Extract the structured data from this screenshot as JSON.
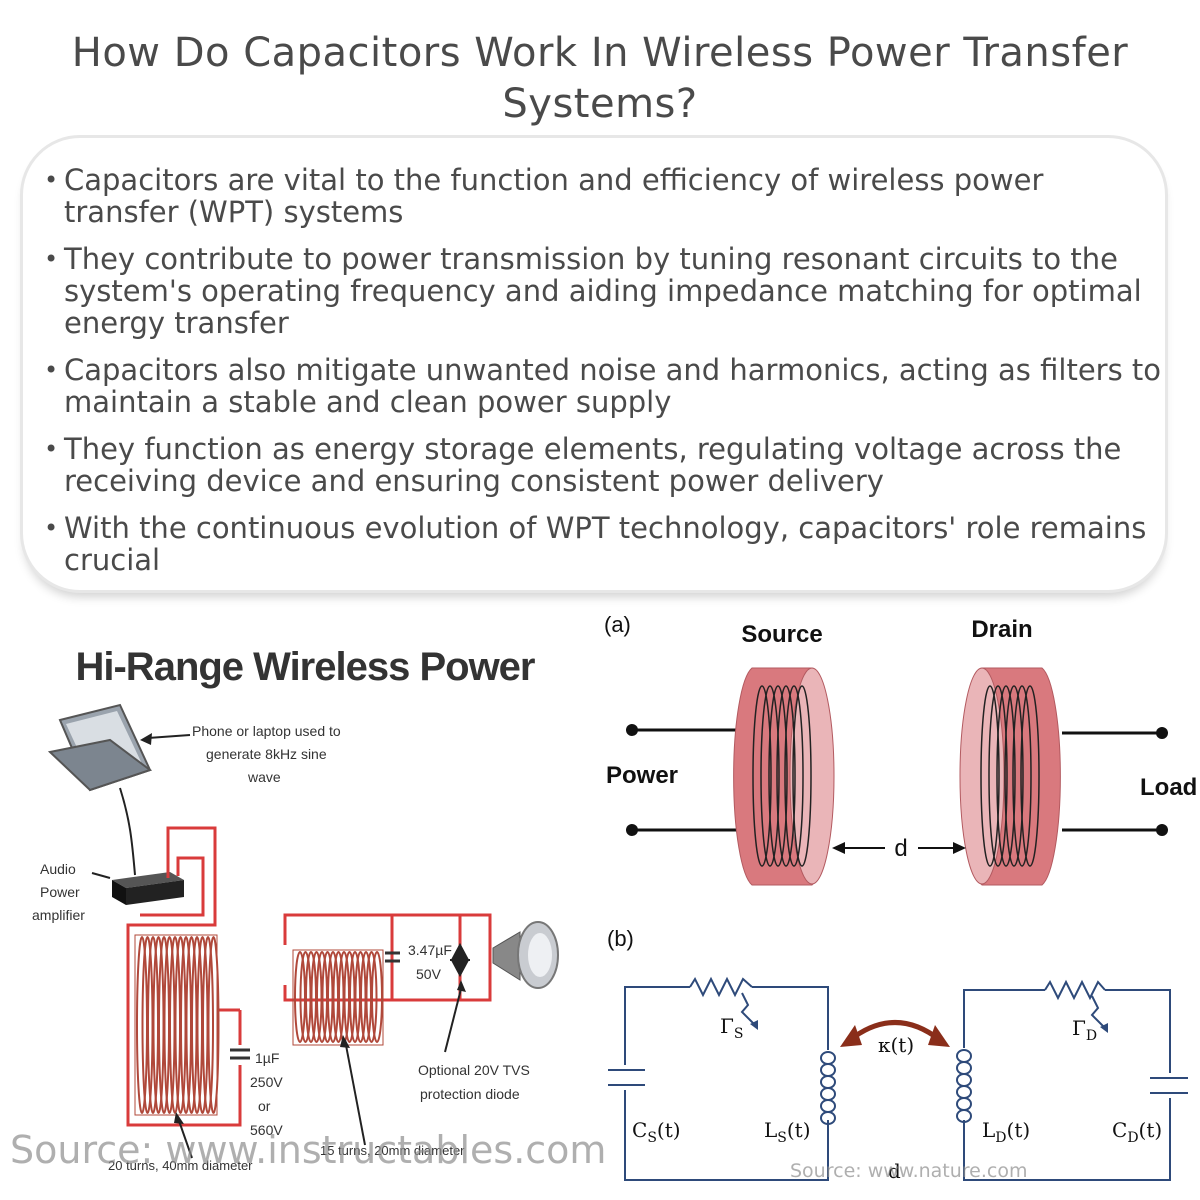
{
  "title": "How Do Capacitors Work In Wireless Power Transfer Systems?",
  "bullets": [
    "Capacitors are vital to the function and efficiency of wireless power transfer (WPT) systems",
    "They contribute to power transmission by tuning resonant circuits to the system's operating frequency and aiding impedance matching for optimal energy transfer",
    "Capacitors also mitigate unwanted noise and harmonics, acting as filters to maintain a stable and clean power supply",
    "They function as energy storage elements, regulating voltage across the receiving device and ensuring consistent power delivery",
    "With the continuous evolution of WPT technology, capacitors' role remains crucial"
  ],
  "left_figure": {
    "heading": "Hi-Range Wireless Power",
    "laptop_label_lines": [
      "Phone or laptop used to",
      "generate 8kHz sine",
      "wave"
    ],
    "amp_label_lines": [
      "Audio",
      "Power",
      "amplifier"
    ],
    "cap1_label_lines": [
      "1µF",
      "250V",
      "or",
      "560V"
    ],
    "cap2_label_lines": [
      "3.47µF",
      "50V"
    ],
    "diode_label_lines": [
      "Optional 20V TVS",
      "protection diode"
    ],
    "coil1_label": "20 turns, 40mm diameter",
    "coil2_label": "15 turns, 20mm diameter",
    "source_credit": "Source: www.instructables.com",
    "colors": {
      "wire": "#d93b3b",
      "coil": "#b0483a"
    }
  },
  "right_figure": {
    "panel_a_label": "(a)",
    "source_label": "Source",
    "drain_label": "Drain",
    "power_label": "Power",
    "load_label": "Load",
    "distance_label": "d",
    "panel_b_label": "(b)",
    "gamma_s": "Γ",
    "gamma_s_sub": "S",
    "gamma_d": "Γ",
    "gamma_d_sub": "D",
    "kappa_label": "κ(t)",
    "cs_label": "C",
    "cs_sub": "S",
    "ls_label": "L",
    "ls_sub": "S",
    "ld_label": "L",
    "ld_sub": "D",
    "cd_label": "C",
    "cd_sub": "D",
    "time_arg": "(t)",
    "d_label_b": "d",
    "source_credit": "Source: www.nature.com",
    "colors": {
      "coil_fill": "#d9797e",
      "coil_end": "#eab5b8",
      "circuit": "#2e4a7a",
      "arrow": "#8a2e1a"
    }
  }
}
